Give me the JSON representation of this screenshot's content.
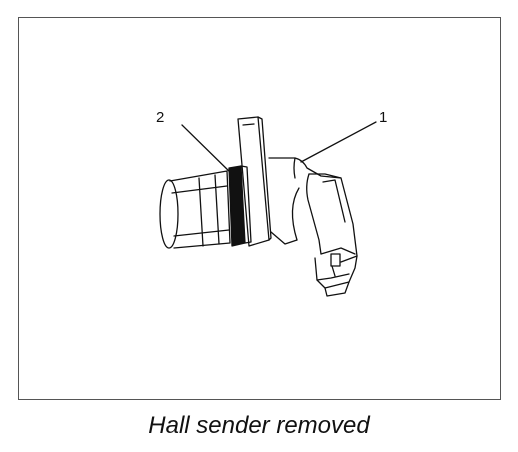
{
  "diagram": {
    "callouts": {
      "one": "1",
      "two": "2"
    },
    "caption": "Hall sender removed",
    "colors": {
      "line": "#111111",
      "frame": "#555555",
      "background": "#ffffff"
    }
  }
}
